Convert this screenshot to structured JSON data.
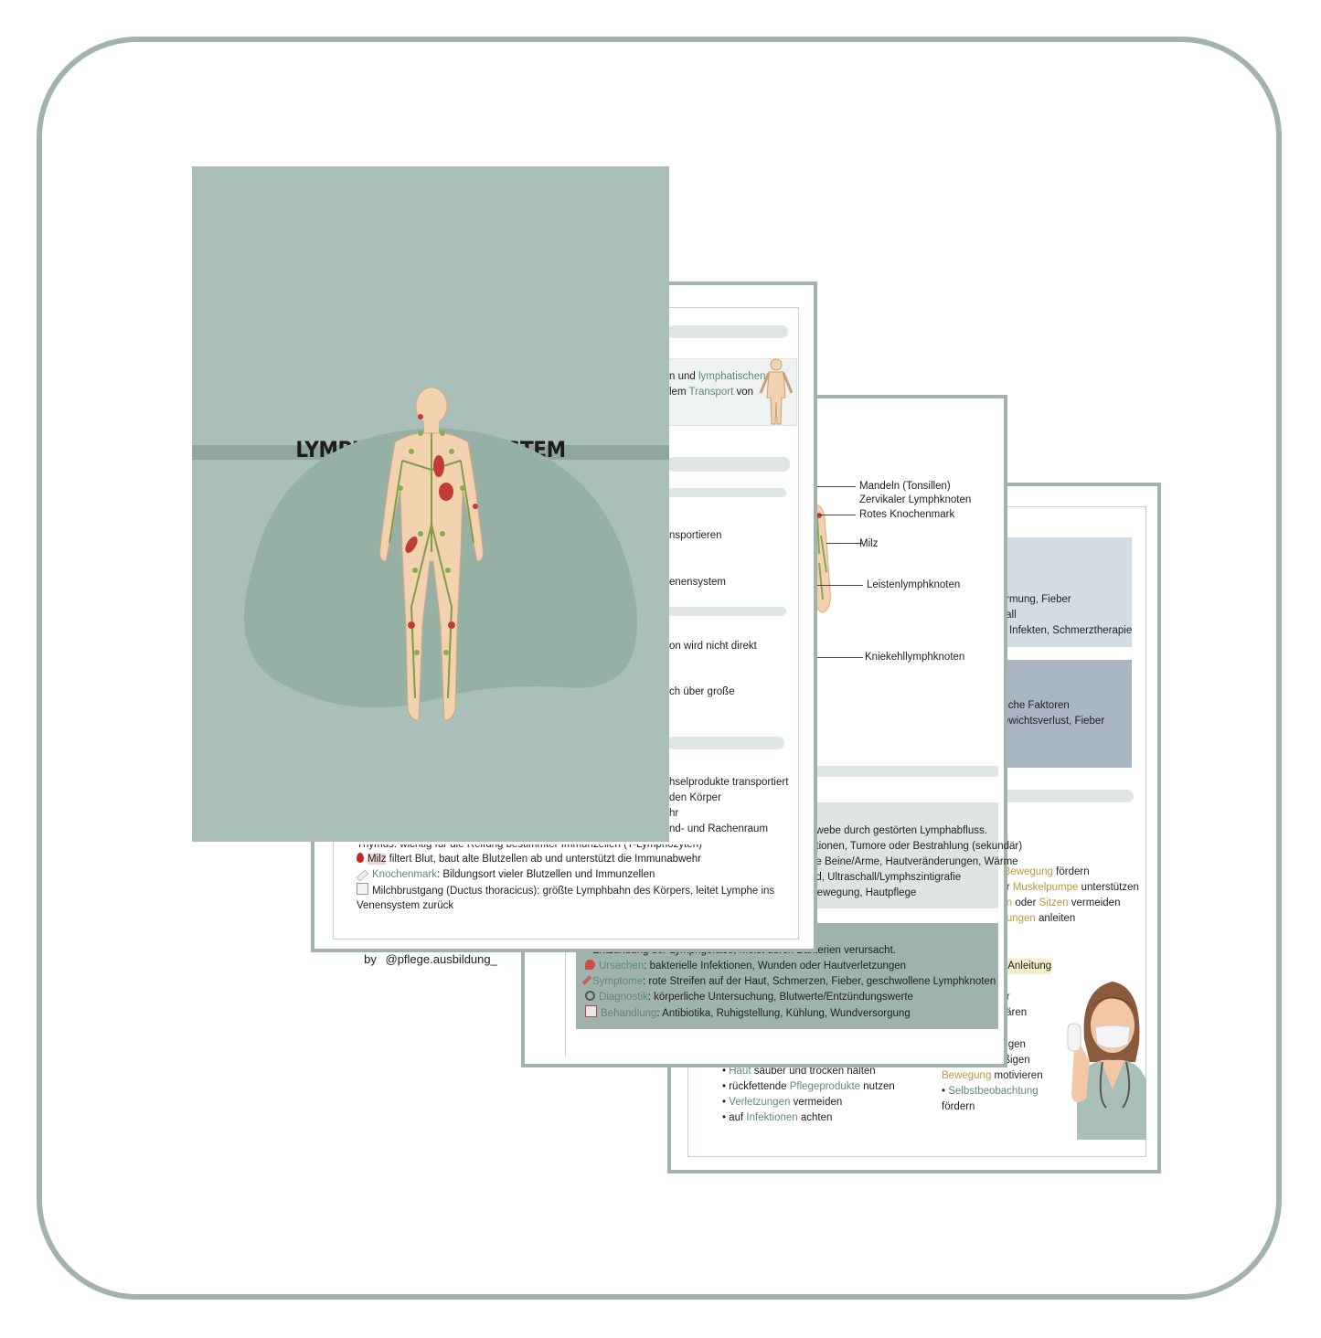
{
  "cover": {
    "title": "LYMPHATISCHES SYSTEM",
    "subtitle": "GRUNDLAGEN",
    "author_prefix": "by",
    "author": "@pflege.ausbildung_"
  },
  "page1": {
    "intro_1a": "n und ",
    "intro_1b": "lymphatischen",
    "intro_2a": "lem ",
    "intro_2b": "Transport",
    "intro_2c": " von",
    "line_transport": "nsportieren",
    "line_venen": "enensystem",
    "line_direkt": "on wird nicht direkt",
    "line_gross": "ch über große",
    "list_1": "hselprodukte transportiert",
    "list_2": "den Körper",
    "list_3": "hr",
    "list_4": "nd- und Rachenraum",
    "list_5": "Thymus: wichtig für die Reifung bestimmter Immunzellen (T-Lymphozyten)",
    "milz_label": "Milz",
    "milz_text": " filtert Blut, baut alte Blutzellen ab und unterstützt die Immunabwehr",
    "knochen_label": "Knochenmark",
    "knochen_text": ": Bildungsort vieler Blutzellen und Immunzellen",
    "milchbrust_label": "Milchbrustgang (Ductus thoracicus)",
    "milchbrust_text": ": größte Lymphbahn des Körpers, leitet Lymphe ins",
    "milchbrust_text2": "Venensystem zurück"
  },
  "page2": {
    "labels": [
      "Mandeln (Tonsillen)",
      "Zervikaler Lymphknoten",
      "Rotes Knochenmark",
      "Milz",
      "Leistenlymphknoten",
      "Kniekehllymphknoten"
    ],
    "lymphoedem_1": "ewebe durch gestörten Lymphabfluss.",
    "lymphoedem_2": "ationen, Tumore oder Bestrahlung (sekundär)",
    "lymphoedem_3": "ne Beine/Arme, Hautveränderungen, Wärme",
    "lymphoedem_4": "nd, Ultraschall/Lymphszintigrafie",
    "lymphoedem_5": "Bewegung, Hautpflege",
    "lymphangitis_intro": "Entzündung der Lymphgefäße, meist durch Bakterien verursacht.",
    "ursachen_label": "Ursachen",
    "ursachen_text": ": bakterielle Infektionen, Wunden oder Hautverletzungen",
    "symptome_label": "Symptome",
    "symptome_text": ": rote Streifen auf der Haut, Schmerzen, Fieber, geschwollene Lymphknoten",
    "diagnostik_label": "Diagnostik",
    "diagnostik_text": ": körperliche Untersuchung, Blutwerte/Entzündungswerte",
    "behandlung_label": "Behandlung",
    "behandlung_text": ": Antibiotika, Ruhigstellung, Kühlung, Wundversorgung"
  },
  "page3": {
    "box1_1": "n.",
    "box1_2": "värmung, Fieber",
    "box1_3": "chall",
    "box1_4": "en Infekten, Schmerztherapie",
    "box2_1": "gische Faktoren",
    "box2_2": "Gewichtsverlust, Fieber",
    "head_on": "on",
    "bew_a": "e ",
    "bew_b": "Bewegung",
    "bew_c": " fördern",
    "musk_a": " der ",
    "musk_b": "Muskelpumpe",
    "musk_c": " unterstützen",
    "sitz_a": "hen",
    "sitz_b": " oder ",
    "sitz_c": "Sitzen",
    "sitz_d": " vermeiden",
    "ueb_a": "übungen",
    "ueb_b": " anleiten",
    "head_anleitung": "& Anleitung",
    "r1": "der",
    "r2": "rklären",
    "r3": "zeigen",
    "c1": "• zur regelmäßigen",
    "c2a": "Bewegung",
    "c2b": " motivieren",
    "c3a": "• ",
    "c3b": "Selbstbeobachtung",
    "c4": "fördern",
    "h1a": "• ",
    "h1b": "Haut",
    "h1c": " sauber und trocken halten",
    "h2a": "• rückfettende ",
    "h2b": "Pflegeprodukte",
    "h2c": " nutzen",
    "h3a": "• ",
    "h3b": "Verletzungen",
    "h3c": " vermeiden",
    "h4a": "• auf ",
    "h4b": "Infektionen",
    "h4c": " achten"
  },
  "colors": {
    "sage": "#a9bfb7",
    "sage_dark": "#8ea69e",
    "frame": "#a2b3ae",
    "box_blue_light": "#d3dbe4",
    "box_blue": "#aab6c4",
    "box_sage": "#9fb2ab"
  }
}
